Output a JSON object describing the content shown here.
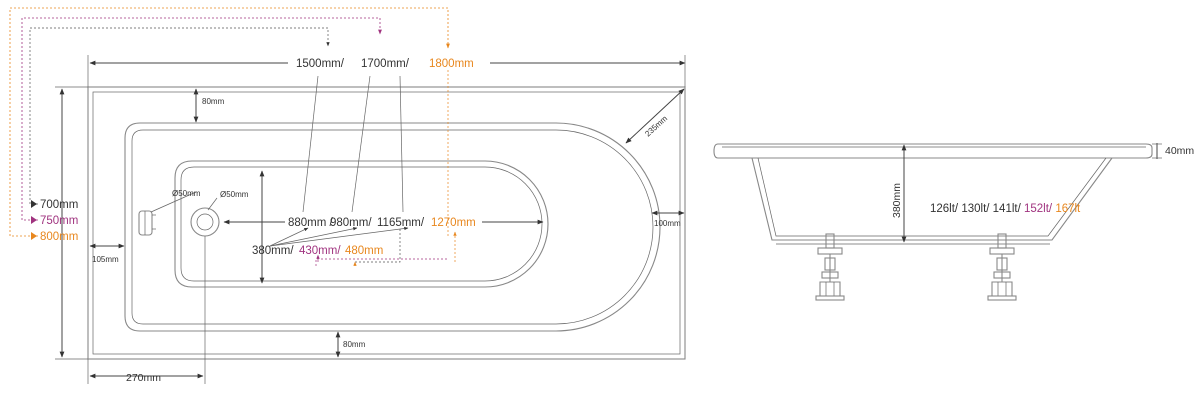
{
  "colors": {
    "base": "#333333",
    "magenta": "#a0337f",
    "orange": "#e8871e"
  },
  "top_view": {
    "length_options": [
      {
        "text": "1500mm/",
        "color": "base"
      },
      {
        "text": "1700mm/",
        "color": "base"
      },
      {
        "text": "1800mm",
        "color": "orange"
      }
    ],
    "width_options": [
      {
        "text": "700mm",
        "color": "base"
      },
      {
        "text": "750mm",
        "color": "magenta"
      },
      {
        "text": "800mm",
        "color": "orange"
      }
    ],
    "inner_length_options": [
      {
        "text": "880mm /",
        "color": "base"
      },
      {
        "text": "980mm/",
        "color": "base"
      },
      {
        "text": "1165mm/",
        "color": "base"
      },
      {
        "text": "1270mm",
        "color": "orange"
      }
    ],
    "inner_width_options": [
      {
        "text": "380mm/",
        "color": "base"
      },
      {
        "text": "430mm/",
        "color": "magenta"
      },
      {
        "text": "480mm",
        "color": "orange"
      }
    ],
    "rim_top": "80mm",
    "rim_bottom": "80mm",
    "rim_left": "105mm",
    "rim_right": "100mm",
    "corner": "235mm",
    "waste_dia": "Ø50mm",
    "overflow_dia": "Ø50mm",
    "waste_offset": "270mm"
  },
  "side_view": {
    "rim_thickness": "40mm",
    "depth": "380mm",
    "capacity_options": [
      {
        "text": "126lt/ ",
        "color": "base"
      },
      {
        "text": "130lt/ ",
        "color": "base"
      },
      {
        "text": "141lt/ ",
        "color": "base"
      },
      {
        "text": "152lt/ ",
        "color": "magenta"
      },
      {
        "text": "167lt",
        "color": "orange"
      }
    ]
  }
}
